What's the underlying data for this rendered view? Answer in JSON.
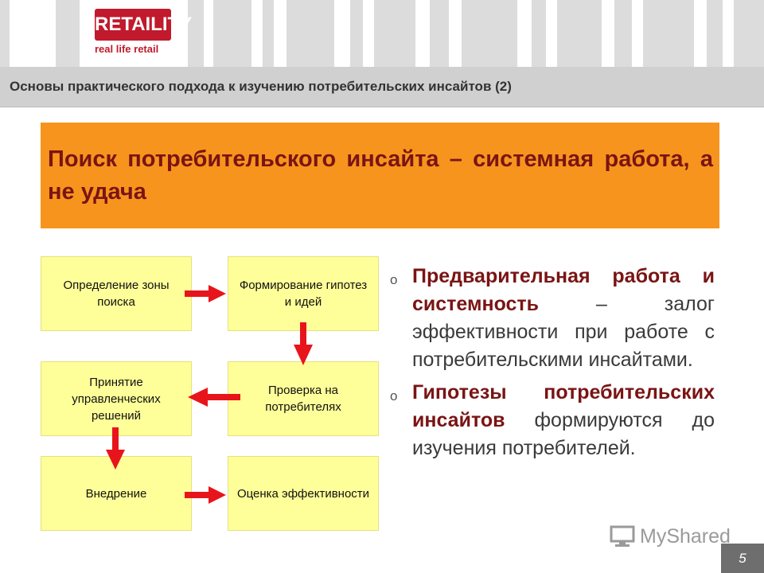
{
  "logo": {
    "name": "RETAILITY",
    "tagline": "real life retail"
  },
  "header": {
    "title": "Основы практического подхода к изучению потребительских инсайтов (2)"
  },
  "banner": {
    "text": "Поиск потребительского инсайта – системная работа, а не удача"
  },
  "flow": {
    "boxes": [
      "Определение зоны поиска",
      "Формирование гипотез и идей",
      "Принятие управленческих решений",
      "Проверка на потребителях",
      "Внедрение",
      "Оценка эффективности"
    ],
    "arrow_color": "#e8141b",
    "box_color": "#ffff99"
  },
  "bullets": [
    {
      "marker": "o",
      "bold": "Предварительная работа и системность",
      "rest": " – залог эффективности при работе с потребительскими инсайтами."
    },
    {
      "marker": "o",
      "bold": "Гипотезы потребительских инсайтов",
      "rest": " формируются до изучения потребителей."
    }
  ],
  "watermark": {
    "text": "MyShared"
  },
  "page": {
    "number": "5"
  },
  "colors": {
    "accent": "#f7941d",
    "title_red": "#7a1414",
    "logo_red": "#c01a2c"
  }
}
